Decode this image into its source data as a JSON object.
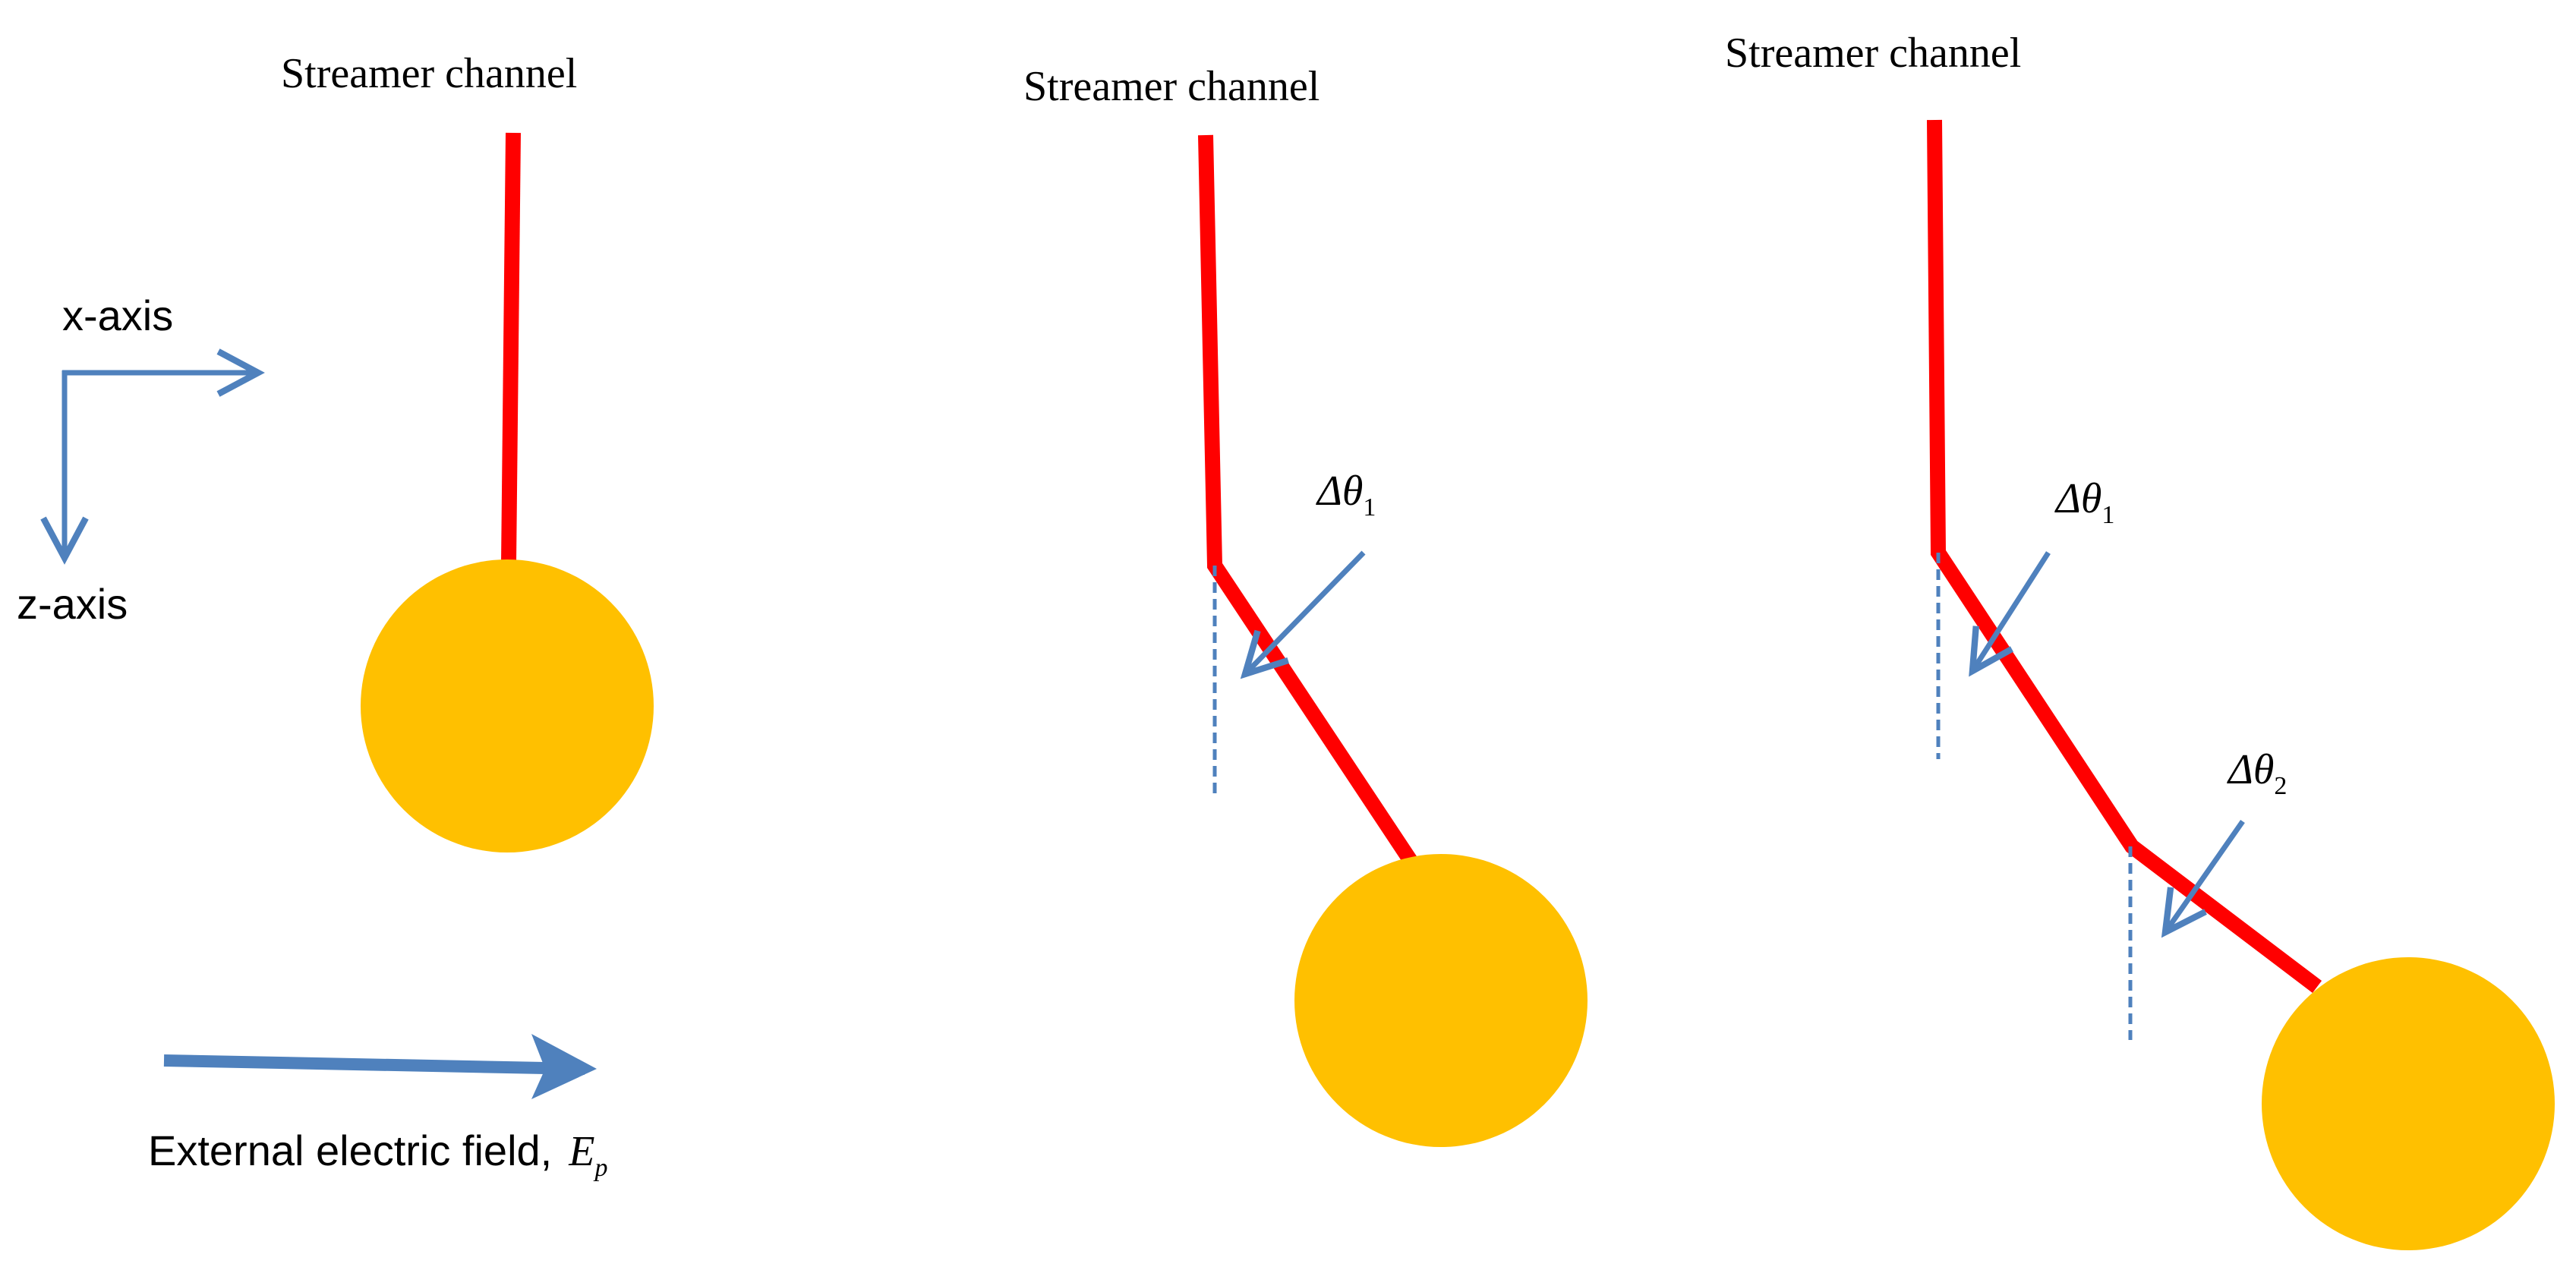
{
  "colors": {
    "channel": "#ff0000",
    "head": "#ffc000",
    "arrow": "#4f81bd",
    "text": "#000000",
    "background": "#ffffff"
  },
  "panel1": {
    "title": "Streamer channel",
    "x_axis_label": "x-axis",
    "z_axis_label": "z-axis",
    "field_label": "External electric field,",
    "field_symbol": "E",
    "field_subscript": "p"
  },
  "panel2": {
    "title": "Streamer channel",
    "angle1": {
      "symbol": "Δθ",
      "subscript": "1"
    }
  },
  "panel3": {
    "title": "Streamer channel",
    "angle1": {
      "symbol": "Δθ",
      "subscript": "1"
    },
    "angle2": {
      "symbol": "Δθ",
      "subscript": "2"
    }
  }
}
